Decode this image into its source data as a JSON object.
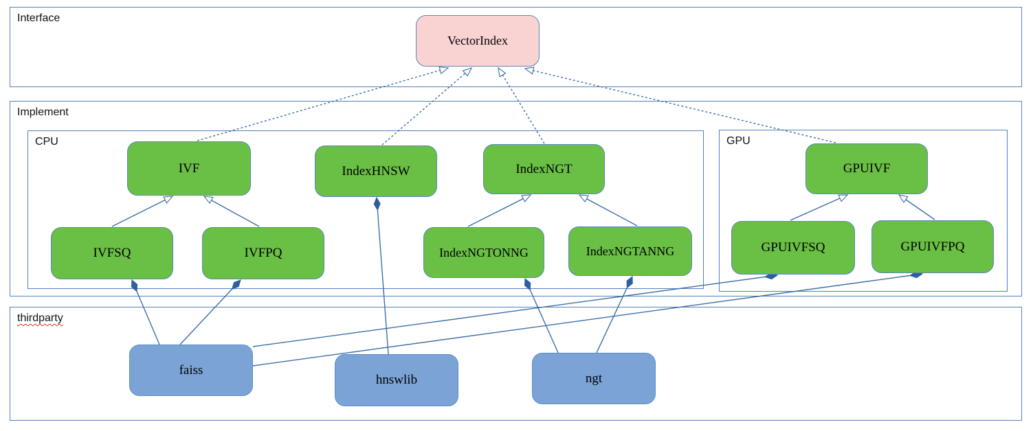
{
  "title": "VectorIndex architecture diagram",
  "colors": {
    "border_blue": "#4f81bd",
    "line_blue": "#3c6ea5",
    "green_fill": "#6abf45",
    "pink_fill": "#f8d3d2",
    "blue_fill": "#7ba3d6",
    "text": "#111111",
    "squiggle_red": "#d93025"
  },
  "sections": {
    "interface": {
      "label": "Interface"
    },
    "implement": {
      "label": "Implement"
    },
    "cpu": {
      "label": "CPU"
    },
    "gpu": {
      "label": "GPU"
    },
    "thirdparty": {
      "label": "thirdparty"
    }
  },
  "nodes": {
    "vectorindex": {
      "label": "VectorIndex",
      "layer": "interface"
    },
    "ivf": {
      "label": "IVF",
      "layer": "cpu"
    },
    "indexhnsw": {
      "label": "IndexHNSW",
      "layer": "cpu"
    },
    "indexngt": {
      "label": "IndexNGT",
      "layer": "cpu"
    },
    "ivfsq": {
      "label": "IVFSQ",
      "layer": "cpu"
    },
    "ivfpq": {
      "label": "IVFPQ",
      "layer": "cpu"
    },
    "indexngtonng": {
      "label": "IndexNGTONNG",
      "layer": "cpu"
    },
    "indexngtanng": {
      "label": "IndexNGTANNG",
      "layer": "cpu"
    },
    "gpuivf": {
      "label": "GPUIVF",
      "layer": "gpu"
    },
    "gpuivfsq": {
      "label": "GPUIVFSQ",
      "layer": "gpu"
    },
    "gpuivfpq": {
      "label": "GPUIVFPQ",
      "layer": "gpu"
    },
    "faiss": {
      "label": "faiss",
      "layer": "thirdparty"
    },
    "hnswlib": {
      "label": "hnswlib",
      "layer": "thirdparty"
    },
    "ngt": {
      "label": "ngt",
      "layer": "thirdparty"
    }
  },
  "relationships": [
    {
      "from": "ivf",
      "to": "vectorindex",
      "type": "realization",
      "line": [
        287,
        205,
        652,
        99
      ]
    },
    {
      "from": "indexhnsw",
      "to": "vectorindex",
      "type": "realization",
      "line": [
        556,
        211,
        686,
        99
      ]
    },
    {
      "from": "indexngt",
      "to": "vectorindex",
      "type": "realization",
      "line": [
        792,
        209,
        725,
        99
      ]
    },
    {
      "from": "gpuivf",
      "to": "vectorindex",
      "type": "realization",
      "line": [
        1216,
        208,
        764,
        100
      ]
    },
    {
      "from": "ivfsq",
      "to": "ivf",
      "type": "generalization",
      "line": [
        163,
        330,
        251,
        286
      ]
    },
    {
      "from": "ivfpq",
      "to": "ivf",
      "type": "generalization",
      "line": [
        377,
        330,
        297,
        286
      ]
    },
    {
      "from": "indexngtonng",
      "to": "indexngt",
      "type": "generalization",
      "line": [
        681,
        330,
        772,
        284
      ]
    },
    {
      "from": "indexngtanng",
      "to": "indexngt",
      "type": "generalization",
      "line": [
        927,
        329,
        843,
        284
      ]
    },
    {
      "from": "gpuivfsq",
      "to": "gpuivf",
      "type": "generalization",
      "line": [
        1150,
        321,
        1233,
        284
      ]
    },
    {
      "from": "gpuivfpq",
      "to": "gpuivf",
      "type": "generalization",
      "line": [
        1360,
        320,
        1308,
        284
      ]
    },
    {
      "from": "ivfsq",
      "to": "faiss",
      "type": "composition",
      "line": [
        192,
        408,
        232,
        502
      ]
    },
    {
      "from": "ivfpq",
      "to": "faiss",
      "type": "composition",
      "line": [
        350,
        408,
        262,
        502
      ]
    },
    {
      "from": "indexhnsw",
      "to": "hnswlib",
      "type": "composition",
      "line": [
        548,
        288,
        565,
        516
      ]
    },
    {
      "from": "indexngtonng",
      "to": "ngt",
      "type": "composition",
      "line": [
        764,
        406,
        812,
        514
      ]
    },
    {
      "from": "indexngtanng",
      "to": "ngt",
      "type": "composition",
      "line": [
        920,
        403,
        868,
        514
      ]
    },
    {
      "from": "gpuivfsq",
      "to": "faiss",
      "type": "composition",
      "line": [
        1131,
        401,
        368,
        505
      ]
    },
    {
      "from": "gpuivfpq",
      "to": "faiss",
      "type": "composition",
      "line": [
        1342,
        399,
        368,
        533
      ]
    }
  ]
}
